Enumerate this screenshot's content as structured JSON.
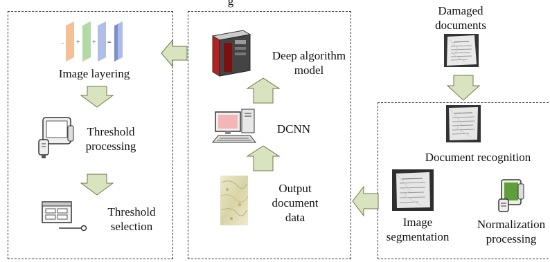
{
  "top_partial_text": "g",
  "left_panel": {
    "image_layering": "Image layering",
    "threshold_processing": "Threshold\nprocessing",
    "threshold_selection": "Threshold\nselection"
  },
  "middle_panel": {
    "deep_algorithm_model": "Deep algorithm\nmodel",
    "dcnn": "DCNN",
    "output_document_data": "Output\ndocument\ndata"
  },
  "right_panel": {
    "damaged_documents": "Damaged\ndocuments",
    "document_recognition": "Document recognition",
    "image_segmentation": "Image\nsegmentation",
    "normalization_processing": "Normalization\nprocessing"
  },
  "icons": {
    "layers": "image-layers-icon",
    "tablet": "tablet-device-icon",
    "window": "app-window-icon",
    "server": "server-tower-icon",
    "computer": "desktop-computer-icon",
    "texture": "document-texture-icon",
    "damaged": "damaged-document-icon",
    "recognition": "crumpled-document-icon",
    "segmentation": "segmented-document-icon",
    "device": "normalization-device-icon"
  },
  "colors": {
    "arrow_fill": "#d9e3bf",
    "arrow_stroke": "#6b7a4a",
    "server_red": "#b62020",
    "screen_pink": "#f2b6b6",
    "device_green": "#5f9e3a"
  }
}
